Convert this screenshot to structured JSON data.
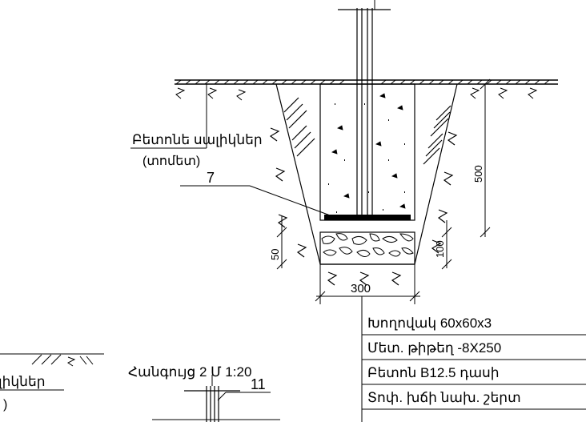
{
  "callouts": {
    "left_label_line1": "Բետոնե սալիկներ",
    "left_label_line2": "(տոմետ)",
    "item_7": "7",
    "item_11": "11",
    "bottom_left_label_fragment": "լիկներ",
    "bottom_left_paren_fragment": ")"
  },
  "dimensions": {
    "depth": "500",
    "width": "300",
    "sand_layer": "50",
    "gravel_layer": "100"
  },
  "node_title": "Հանգույց 2 Մ 1:20",
  "legend": [
    "Խողովակ 60x60x3",
    "Մետ. թիթեղ -8X250",
    "Բետոն B12.5 դասի",
    "Տոփ. խճի նախ. շերտ"
  ],
  "colors": {
    "line": "#000000",
    "background": "#ffffff"
  }
}
